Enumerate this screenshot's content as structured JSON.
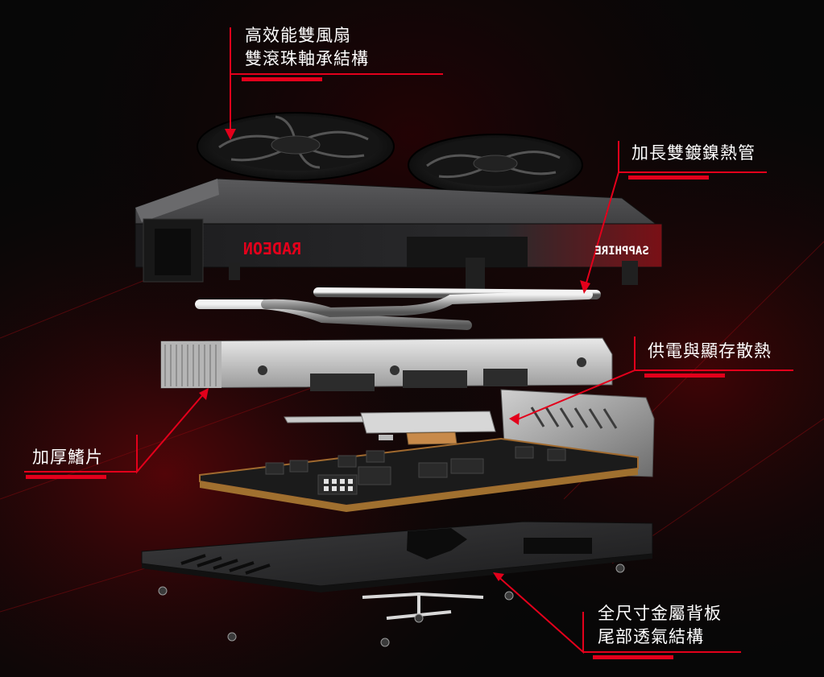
{
  "callouts": {
    "fans": {
      "lines": [
        "高效能雙風扇",
        "雙滾珠軸承結構"
      ]
    },
    "heatpipe": {
      "lines": [
        "加長雙鍍鎳熱管"
      ]
    },
    "vrm_cooling": {
      "lines": [
        "供電與顯存散熱"
      ]
    },
    "fins": {
      "lines": [
        "加厚鰭片"
      ]
    },
    "backplate": {
      "lines": [
        "全尺寸金屬背板",
        "尾部透氣結構"
      ]
    }
  },
  "shroud_logos": {
    "left": "RADEON",
    "right": "SAPPHIRE"
  },
  "colors": {
    "accent": "#e3001b",
    "background": "#070707",
    "text": "#ffffff"
  }
}
